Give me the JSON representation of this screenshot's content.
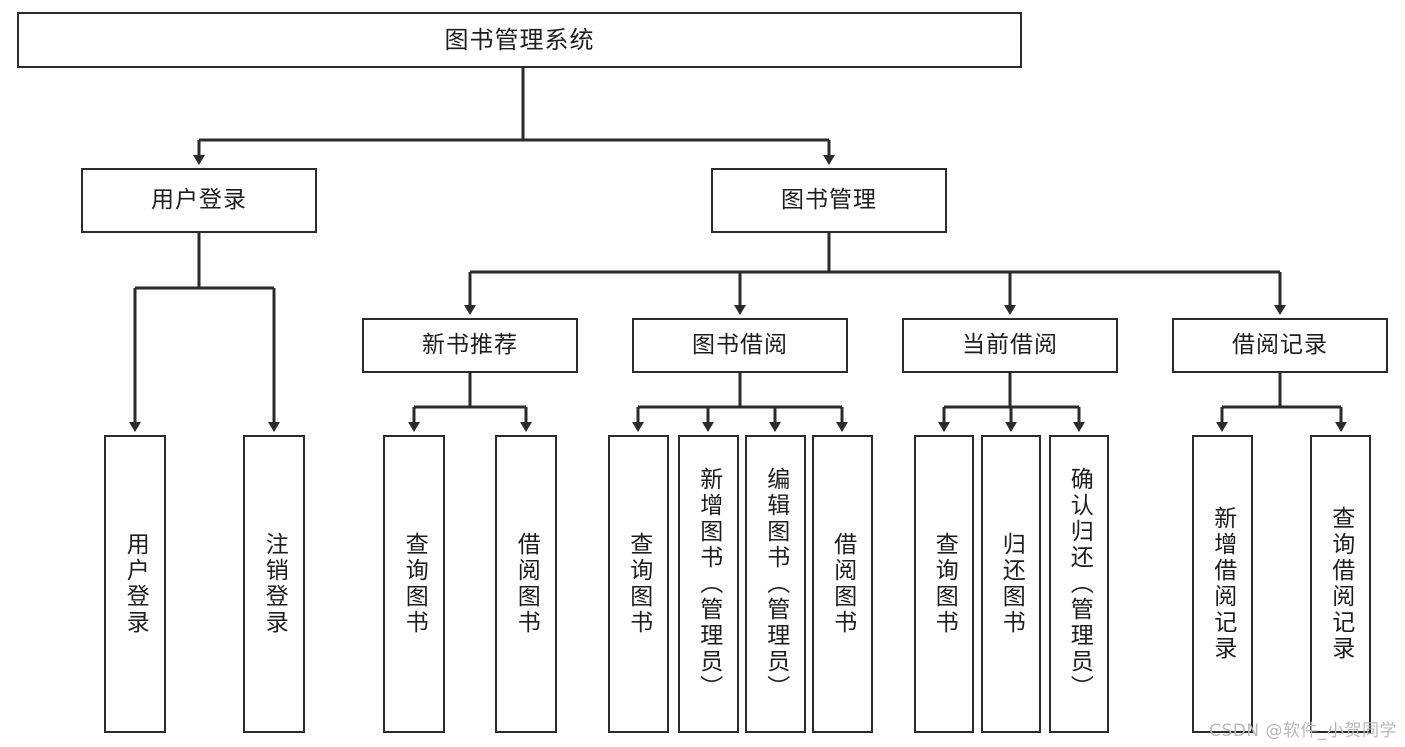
{
  "diagram": {
    "type": "tree-hierarchy-chart",
    "title": "图书管理系统",
    "root": {
      "label": "图书管理系统"
    },
    "level2": [
      {
        "label": "用户登录"
      },
      {
        "label": "图书管理"
      }
    ],
    "level3": [
      {
        "label": "新书推荐"
      },
      {
        "label": "图书借阅"
      },
      {
        "label": "当前借阅"
      },
      {
        "label": "借阅记录"
      }
    ],
    "leaves": {
      "user_login": [
        {
          "label": "用户登录"
        },
        {
          "label": "注销登录"
        }
      ],
      "new_book_recommend": [
        {
          "label": "查询图书"
        },
        {
          "label": "借阅图书"
        }
      ],
      "book_borrow": [
        {
          "label": "查询图书"
        },
        {
          "label": "新增图书（管理员）"
        },
        {
          "label": "编辑图书（管理员）"
        },
        {
          "label": "借阅图书"
        }
      ],
      "current_borrow": [
        {
          "label": "查询图书"
        },
        {
          "label": "归还图书"
        },
        {
          "label": "确认归还（管理员）"
        }
      ],
      "borrow_record": [
        {
          "label": "新增借阅记录"
        },
        {
          "label": "查询借阅记录"
        }
      ]
    },
    "watermark": "CSDN @软件_小贺同学",
    "colors": {
      "stroke": "#2b2b2b",
      "fill": "#ffffff",
      "text": "#1d1d1d",
      "watermark": "#b9b9b9"
    }
  }
}
